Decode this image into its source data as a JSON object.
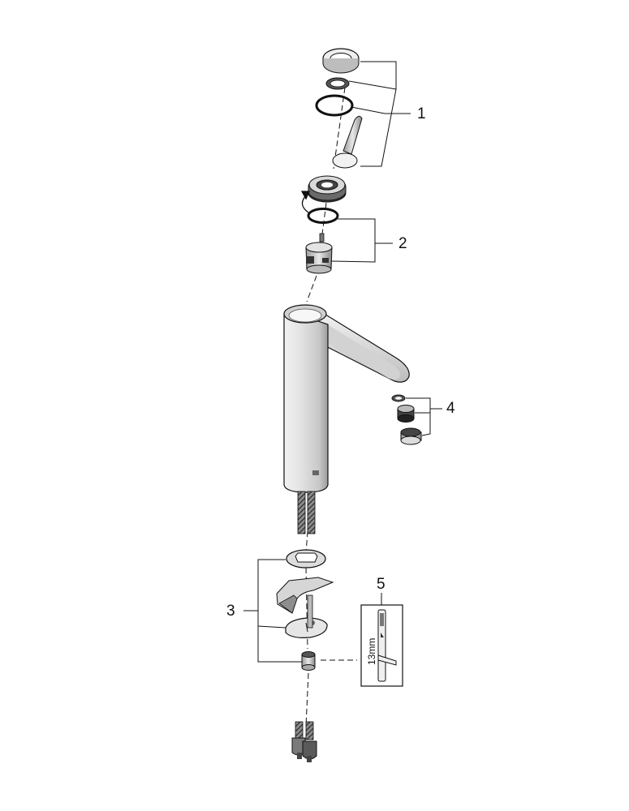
{
  "callouts": {
    "c1": "1",
    "c2": "2",
    "c3": "3",
    "c4": "4",
    "c5": "5"
  },
  "tool": {
    "size_label": "13mm"
  },
  "colors": {
    "line": "#111111",
    "fill_light": "#e6e6e6",
    "fill_mid": "#9a9a9a",
    "fill_dark": "#3a3a3a",
    "background": "#ffffff"
  }
}
